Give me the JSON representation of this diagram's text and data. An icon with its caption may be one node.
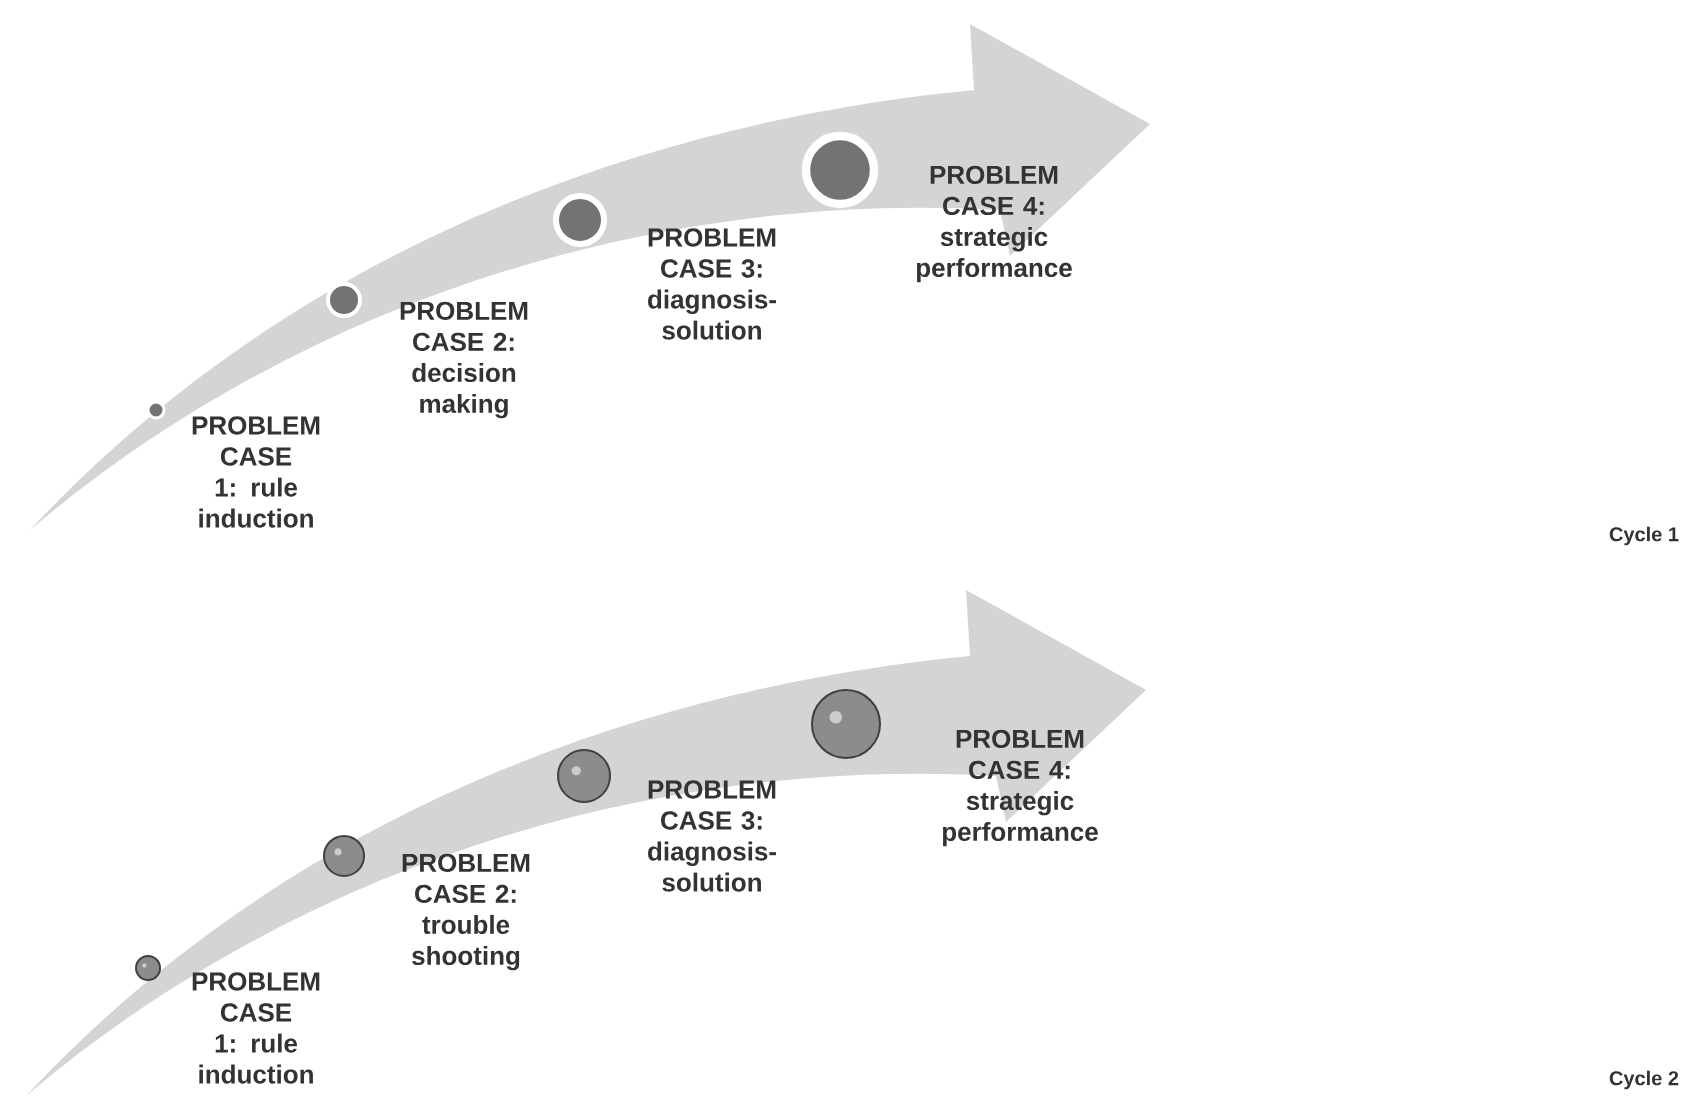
{
  "diagram": {
    "nodes": [
      {
        "text": [],
        "shape": "arrow"
      },
      {
        "text": [],
        "shape": "circle",
        "in": 0,
        "beside": [
          "PROBLEM CASE 1: rule induction"
        ]
      },
      {
        "text": [],
        "shape": "circle",
        "in": 0,
        "beside": [
          "PROBLEM CASE 2: decision making"
        ]
      },
      {
        "text": [],
        "shape": "circle",
        "in": 0,
        "beside": [
          "PROBLEM CASE 3: diagnosis-solution"
        ]
      },
      {
        "text": [],
        "shape": "circle",
        "in": 0,
        "beside": [
          "PROBLEM CASE 4: strategic performance"
        ]
      },
      {
        "text": [],
        "shape": "arrow"
      },
      {
        "text": [],
        "shape": "circle",
        "in": 5,
        "beside": [
          "PROBLEM CASE 1: rule induction"
        ]
      },
      {
        "text": [],
        "shape": "circle",
        "in": 5,
        "beside": [
          "PROBLEM CASE 2: trouble shooting"
        ]
      },
      {
        "text": [],
        "shape": "circle",
        "in": 5,
        "beside": [
          "PROBLEM CASE 3: diagnosis-solution"
        ]
      },
      {
        "text": [],
        "shape": "circle",
        "in": 5,
        "beside": [
          "PROBLEM CASE 4: strategic performance"
        ]
      }
    ],
    "edges": [],
    "labels": [
      "Cycle 1",
      "Cycle 2"
    ]
  }
}
